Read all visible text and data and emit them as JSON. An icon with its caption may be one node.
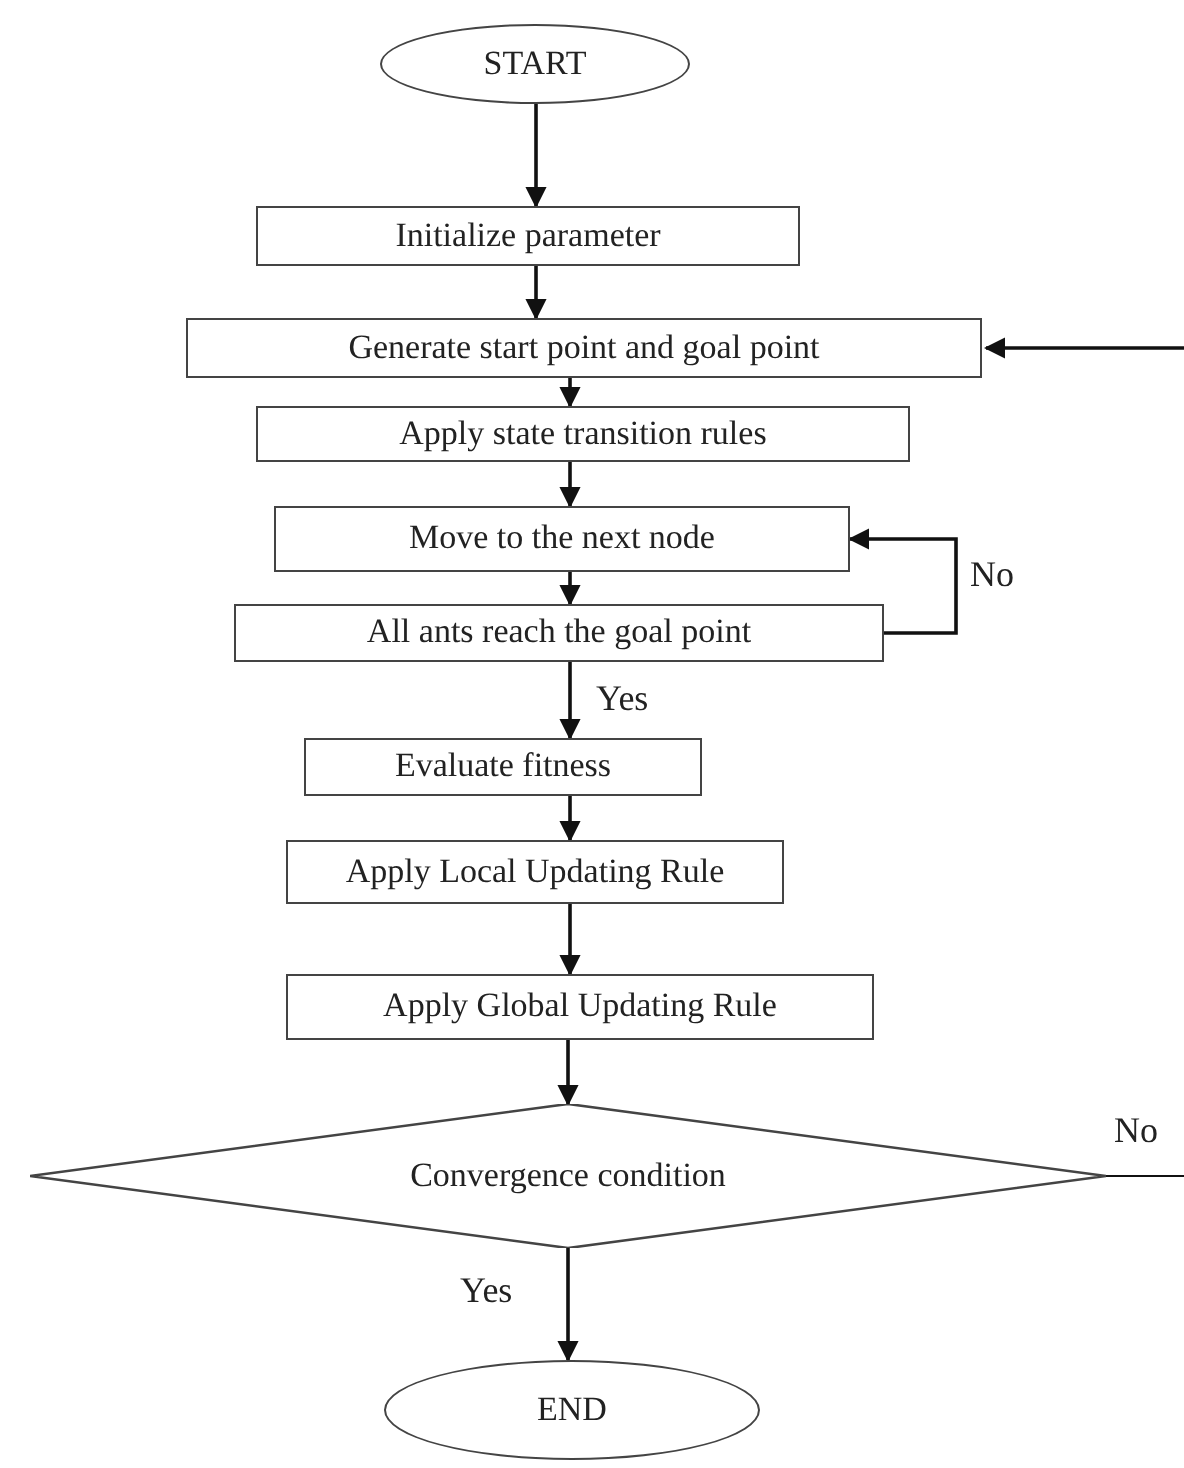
{
  "diagram": {
    "nodes": [
      {
        "text": [
          "START"
        ]
      },
      {
        "text": [
          "Initialize parameter"
        ]
      },
      {
        "text": [
          "Generate start point and goal point"
        ]
      },
      {
        "text": [
          "Apply state transition rules"
        ]
      },
      {
        "text": [
          "Move to the next node"
        ]
      },
      {
        "text": [
          "All ants reach the goal point"
        ]
      },
      {
        "text": [
          "Evaluate fitness"
        ]
      },
      {
        "text": [
          "Apply Local Updating Rule"
        ]
      },
      {
        "text": [
          "Apply Global Updating Rule"
        ]
      },
      {
        "text": [
          "Convergence condition"
        ]
      },
      {
        "text": [
          "END"
        ]
      }
    ],
    "edges": [
      {
        "from": 0,
        "to": 1,
        "arrow": "to"
      },
      {
        "from": 1,
        "to": 2,
        "arrow": "to"
      },
      {
        "from": null,
        "to": 2,
        "arrow": "to"
      },
      {
        "from": 2,
        "to": 3,
        "arrow": "to"
      },
      {
        "from": 3,
        "to": 4,
        "arrow": "to"
      },
      {
        "from": 4,
        "to": 5,
        "arrow": "to"
      },
      {
        "from": 5,
        "to": 4,
        "arrow": "to",
        "label": "No"
      },
      {
        "from": 5,
        "to": 6,
        "arrow": "to",
        "label": "Yes"
      },
      {
        "from": 6,
        "to": 7,
        "arrow": "to"
      },
      {
        "from": 7,
        "to": 8,
        "arrow": "to"
      },
      {
        "from": 8,
        "to": 9,
        "arrow": "to"
      },
      {
        "from": 9,
        "to": null,
        "arrow": "none",
        "label": "No"
      },
      {
        "from": 9,
        "to": 10,
        "arrow": "to",
        "label": "Yes"
      }
    ]
  }
}
